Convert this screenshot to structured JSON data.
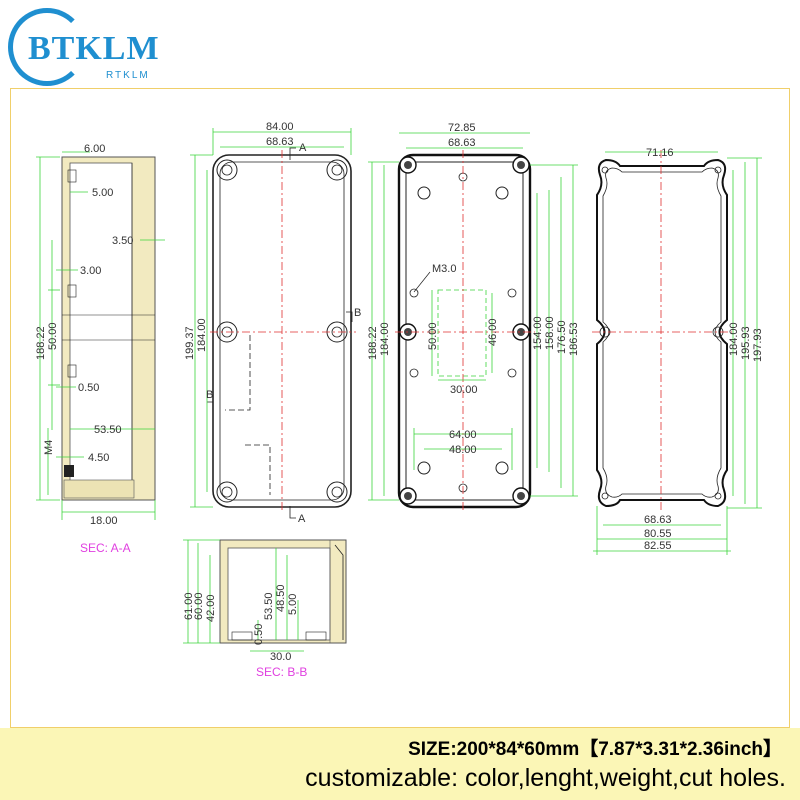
{
  "logo": {
    "brand": "BTKLM",
    "subtitle": "RTKLM",
    "color": "#1f8fd0"
  },
  "colors": {
    "dimension": "#3bd43b",
    "section_label": "#e040e0",
    "center_line": "#e03030",
    "frame": "#f0cf6a",
    "banner": "#fbf6b6"
  },
  "section_views": {
    "aa": {
      "label": "SEC: A-A",
      "dims": {
        "d6": "6.00",
        "d5": "5.00",
        "d35": "3.50",
        "d3": "3.00",
        "d18822": "188.22",
        "d50": "50.00",
        "d05": "0.50",
        "d535": "53.50",
        "m4": "M4",
        "d45": "4.50",
        "d18": "18.00"
      }
    },
    "bb": {
      "label": "SEC: B-B",
      "dims": {
        "d61": "61.00",
        "d60": "60.00",
        "d42": "42.00",
        "d535": "53.50",
        "d485": "48.50",
        "d5": "5.00",
        "d05": "0.50",
        "d30": "30.0"
      }
    }
  },
  "views": {
    "top": {
      "w84": "84.00",
      "w6863": "68.63",
      "h19937": "199.37",
      "h184": "184.00",
      "cut_a": "A",
      "cut_b": "B"
    },
    "inner": {
      "w7285": "72.85",
      "w6863": "68.63",
      "h18822": "188.22",
      "h184": "184.00",
      "m3": "M3.0",
      "h50": "50.00",
      "h46": "46.00",
      "w30": "30.00",
      "h154": "154.00",
      "h158": "158.00",
      "h1765": "176.50",
      "h18653": "186.53",
      "w64": "64.00",
      "w48": "48.00"
    },
    "lid": {
      "w7116": "71.16",
      "h184": "184.00",
      "h19593": "195.93",
      "h19793": "197.93",
      "w6863": "68.63",
      "w8055": "80.55",
      "w8255": "82.55"
    }
  },
  "banner": {
    "size": "SIZE:200*84*60mm【7.87*3.31*2.36inch】",
    "custom": "customizable: color,lenght,weight,cut holes."
  }
}
